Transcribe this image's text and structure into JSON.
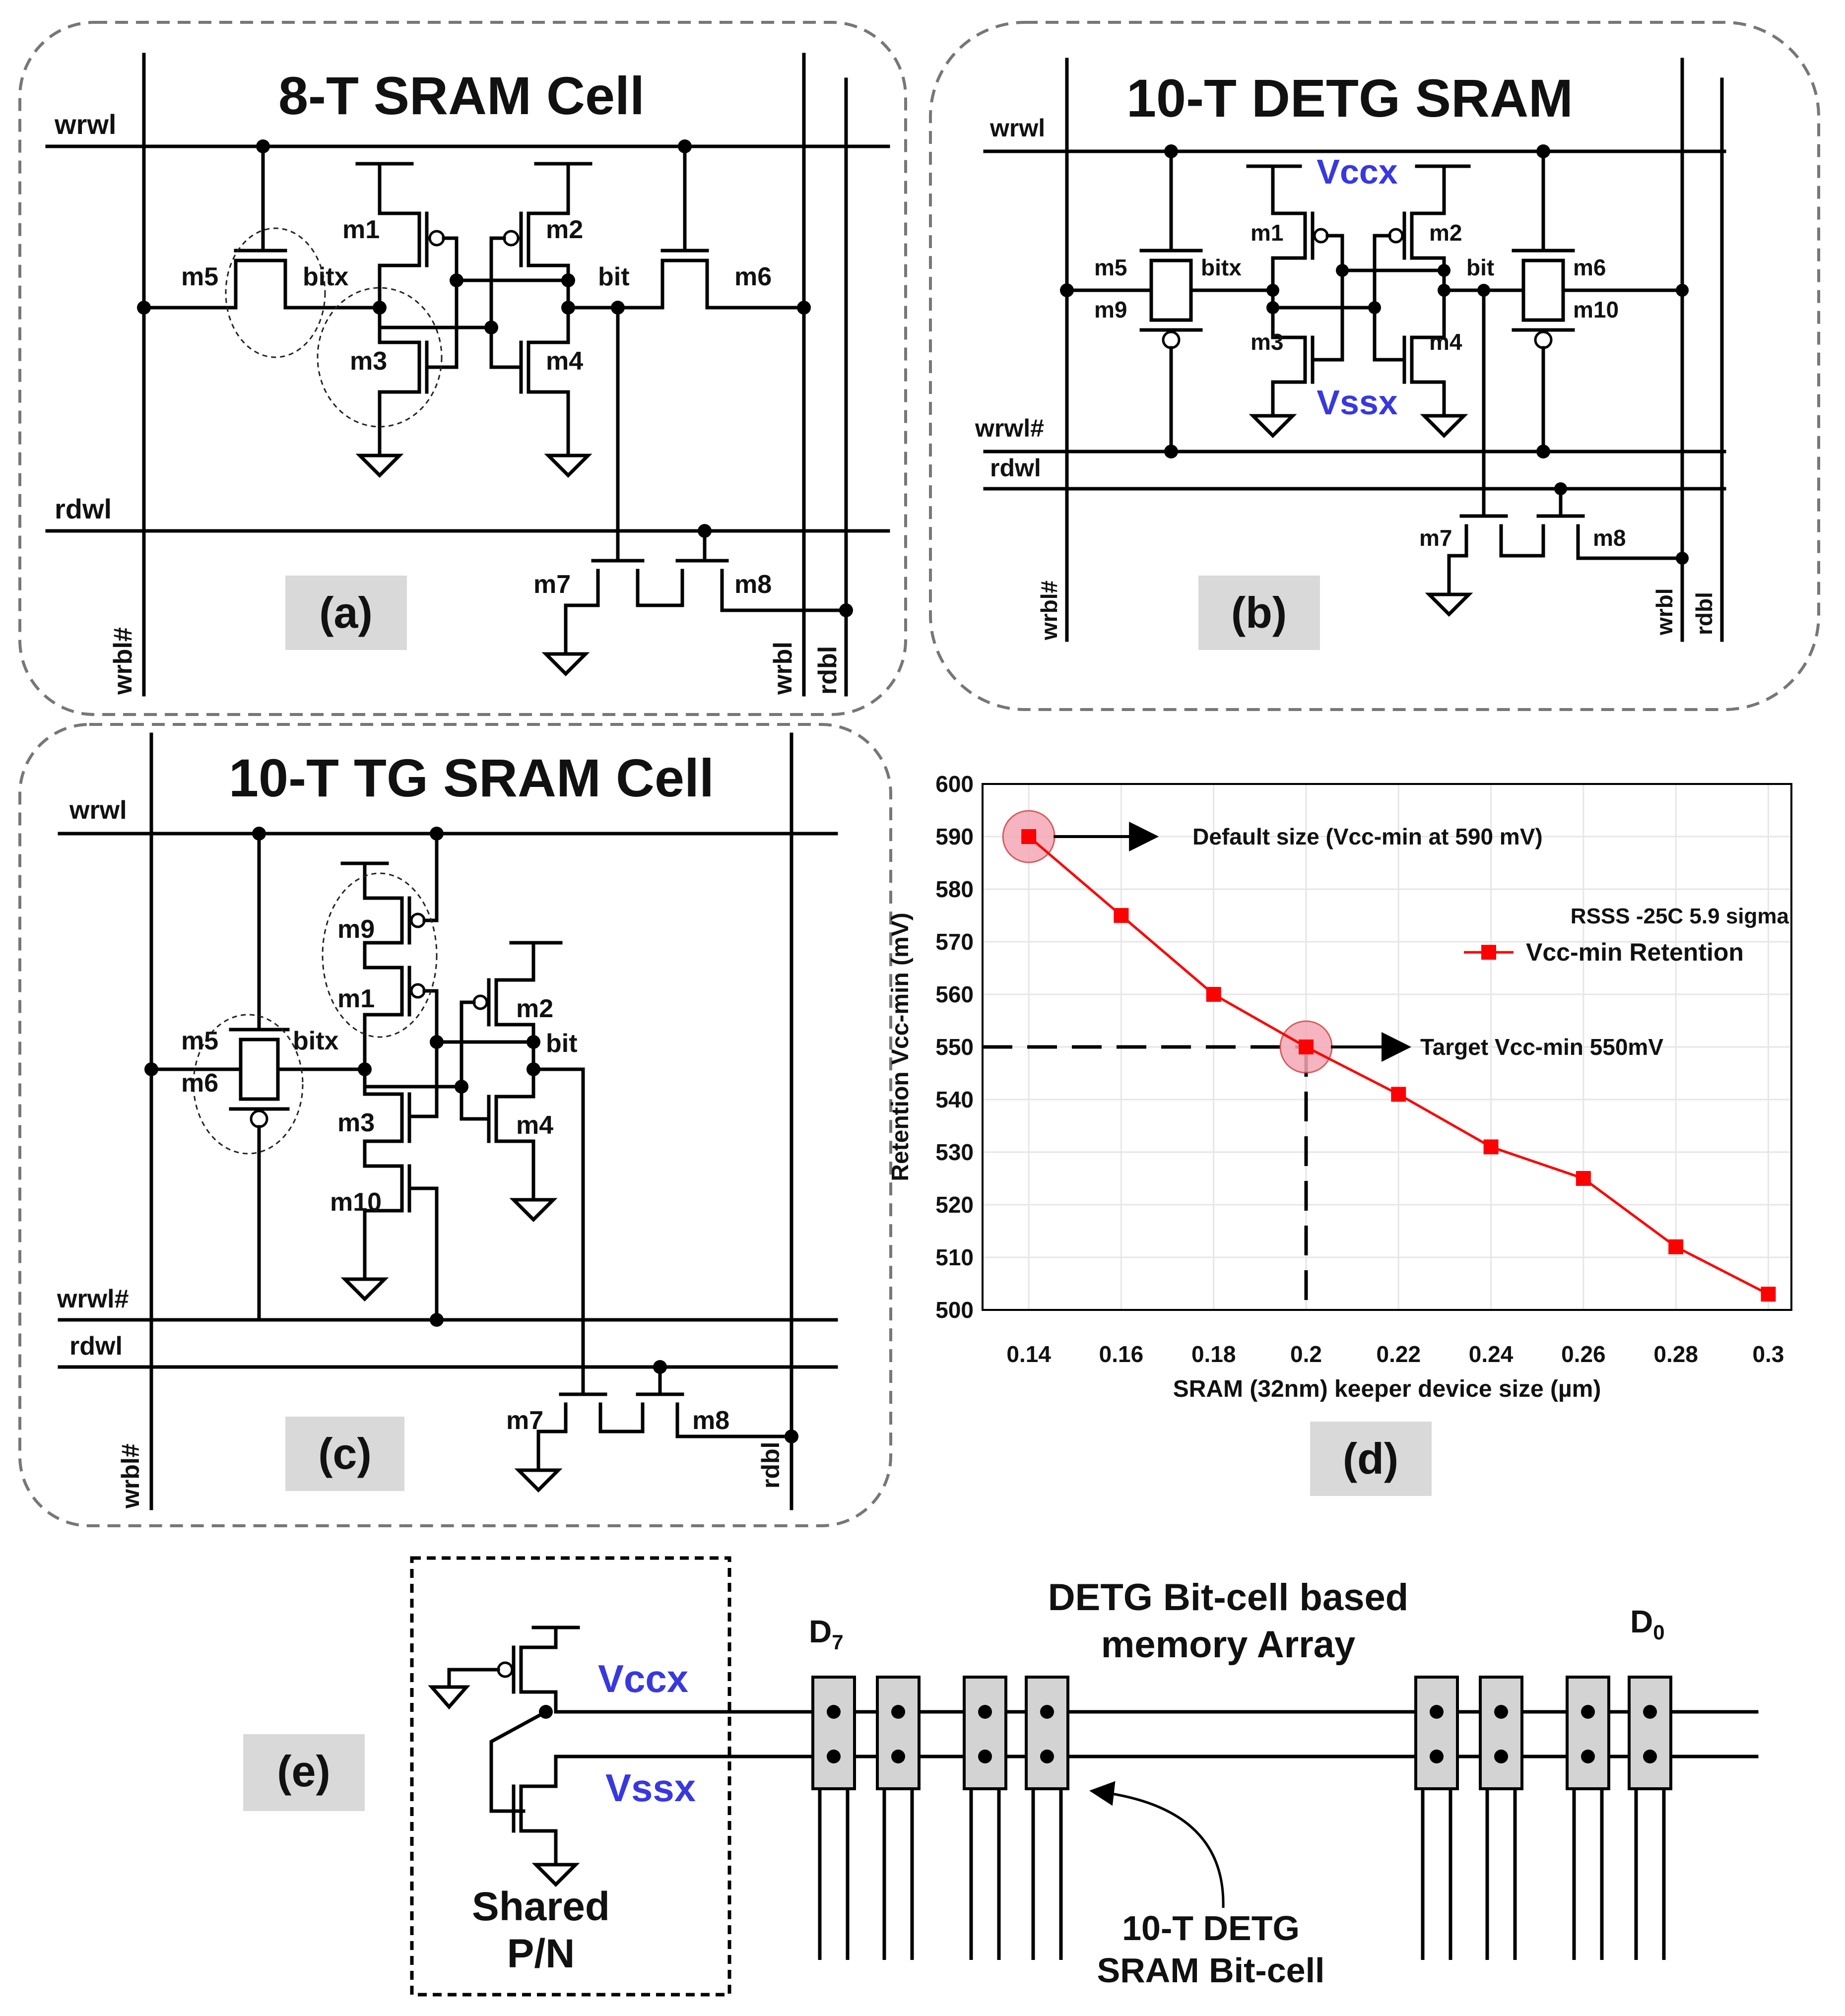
{
  "panel_a": {
    "title": "8-T SRAM Cell",
    "label": "(a)",
    "wl_labels": [
      "wrwl",
      "rdwl"
    ],
    "bl_labels": [
      "wrbl#",
      "wrbl",
      "rdbl"
    ],
    "transistors": [
      "m1",
      "m2",
      "m3",
      "m4",
      "m5",
      "m6",
      "m7",
      "m8"
    ],
    "nodes": [
      "bitx",
      "bit"
    ]
  },
  "panel_b": {
    "title": "10-T DETG SRAM",
    "label": "(b)",
    "wl_labels": [
      "wrwl",
      "wrwl#",
      "rdwl"
    ],
    "bl_labels": [
      "wrbl#",
      "wrbl",
      "rdbl"
    ],
    "supply_labels": [
      "Vccx",
      "Vssx"
    ],
    "transistors": [
      "m1",
      "m2",
      "m3",
      "m4",
      "m5",
      "m6",
      "m7",
      "m8",
      "m9",
      "m10"
    ],
    "nodes": [
      "bitx",
      "bit"
    ]
  },
  "panel_c": {
    "title": "10-T TG SRAM Cell",
    "label": "(c)",
    "wl_labels": [
      "wrwl",
      "wrwl#",
      "rdwl"
    ],
    "bl_labels": [
      "wrbl#",
      "rdbl"
    ],
    "transistors": [
      "m1",
      "m2",
      "m3",
      "m4",
      "m5",
      "m6",
      "m7",
      "m8",
      "m9",
      "m10"
    ],
    "nodes": [
      "bitx",
      "bit"
    ]
  },
  "panel_d": {
    "label": "(d)",
    "chart_data": {
      "type": "line",
      "xlabel": "SRAM (32nm) keeper device size (µm)",
      "ylabel": "Retention Vcc-min (mV)",
      "x_ticks": [
        "0.14",
        "0.16",
        "0.18",
        "0.2",
        "0.22",
        "0.24",
        "0.26",
        "0.28",
        "0.3"
      ],
      "y_ticks": [
        "500",
        "510",
        "520",
        "530",
        "540",
        "550",
        "560",
        "570",
        "580",
        "590",
        "600"
      ],
      "xlim": [
        0.13,
        0.305
      ],
      "ylim": [
        500,
        600
      ],
      "grid": true,
      "series": [
        {
          "name": "Vcc-min Retention",
          "color": "#ff0000",
          "x": [
            0.14,
            0.16,
            0.18,
            0.2,
            0.22,
            0.24,
            0.26,
            0.28,
            0.3
          ],
          "y": [
            590,
            575,
            560,
            550,
            541,
            531,
            525,
            512,
            503
          ]
        }
      ],
      "legend_caption": "RSSS -25C 5.9 sigma",
      "annotations": [
        {
          "text": "Default size (Vcc-min at 590 mV)",
          "x": 0.14,
          "y": 590
        },
        {
          "text": "Target Vcc-min 550mV",
          "x": 0.2,
          "y": 550
        }
      ]
    }
  },
  "panel_e": {
    "label": "(e)",
    "supply_labels": [
      "Vccx",
      "Vssx"
    ],
    "shared_label": [
      "Shared",
      "P/N"
    ],
    "array_title": [
      "DETG Bit-cell based",
      "memory Array"
    ],
    "cell_label": [
      "10-T DETG",
      "SRAM Bit-cell"
    ],
    "d_first": "D",
    "d_first_sub": "7",
    "d_last": "D",
    "d_last_sub": "0"
  },
  "colors": {
    "supply_text": "#3838e0",
    "series": "#ff0000",
    "highlight": "#f4a8b4",
    "label_box": "#d9d9d9"
  }
}
